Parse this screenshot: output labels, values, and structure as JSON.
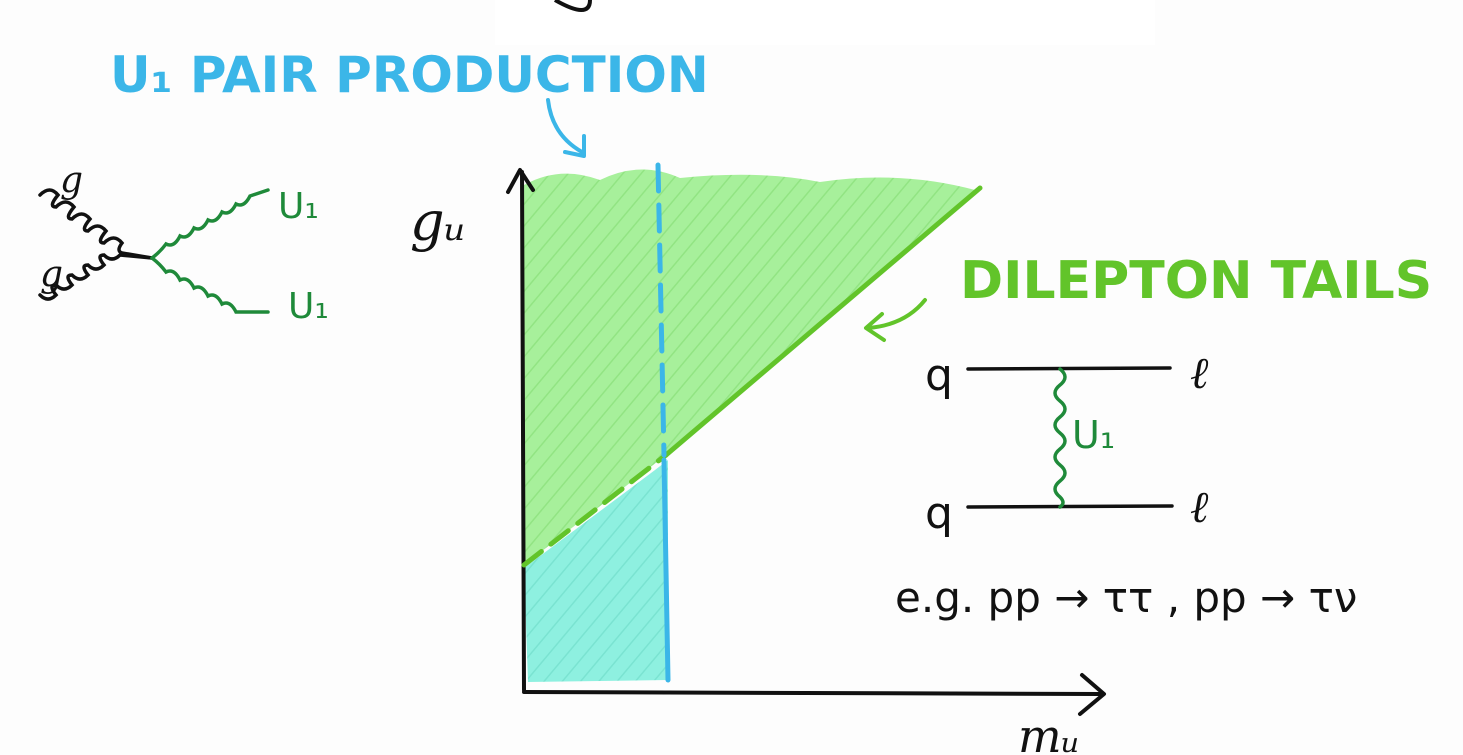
{
  "colors": {
    "background": "#fdfdfd",
    "ink": "#111111",
    "pair_blue": "#3bb6e8",
    "dilepton_green": "#62c42a",
    "feynman_green": "#1f8a3a",
    "excluded_green_fill": "#a7f09b",
    "excluded_cyan_fill": "#8ef0e0"
  },
  "header": {
    "pair_title": "U₁ PAIR PRODUCTION",
    "dilepton_title": "DILEPTON TAILS"
  },
  "plot": {
    "y_axis_label": "gᵤ",
    "x_axis_label": "mᵤ"
  },
  "pair_diagram": {
    "gluon_top": "g",
    "gluon_bottom": "g",
    "out_top": "U₁",
    "out_bottom": "U₁"
  },
  "dilepton_diagram": {
    "in_top": "q",
    "in_bottom": "q",
    "out_top": "ℓ",
    "out_bottom": "ℓ",
    "mediator": "U₁"
  },
  "example_process": "e.g.  pp → ττ , pp → τν"
}
